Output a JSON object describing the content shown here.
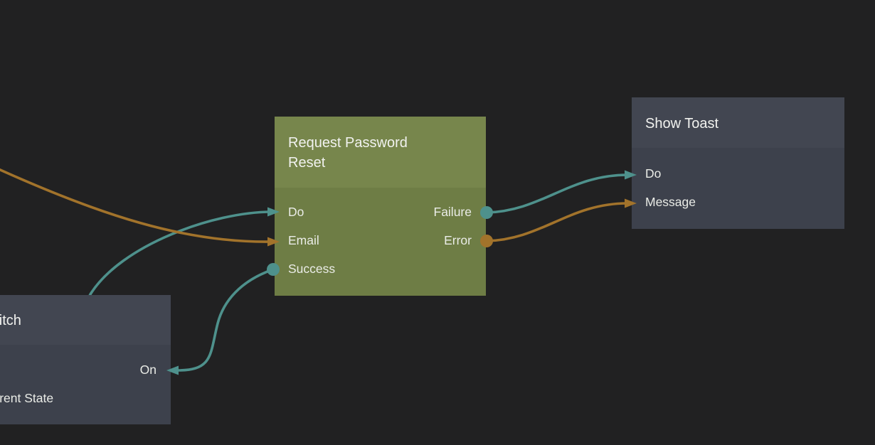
{
  "editor": {
    "background_color": "#212122",
    "signal_wire_color": "#4e918c",
    "data_wire_color": "#a2732b"
  },
  "nodes": [
    {
      "title": "Request Password Reset",
      "kind": "action",
      "ports": {
        "do_input": "Do",
        "email_input": "Email",
        "success_output": "Success",
        "failure_output": "Failure",
        "error_output": "Error"
      }
    },
    {
      "title": "Show Toast",
      "kind": "component",
      "ports": {
        "do_input": "Do",
        "message_input": "Message"
      }
    },
    {
      "title": "Switch",
      "kind": "component",
      "ports": {
        "on_input": "On",
        "current_state_output": "Current State"
      }
    }
  ],
  "connections": [
    {
      "name": "incoming-signal-to-do",
      "color": "#4e918c"
    },
    {
      "name": "incoming-data-to-email",
      "color": "#a2732b"
    },
    {
      "name": "success-to-switch-on",
      "color": "#4e918c"
    },
    {
      "name": "failure-to-toast-do",
      "color": "#4e918c"
    },
    {
      "name": "error-to-toast-message",
      "color": "#a2732b"
    }
  ]
}
